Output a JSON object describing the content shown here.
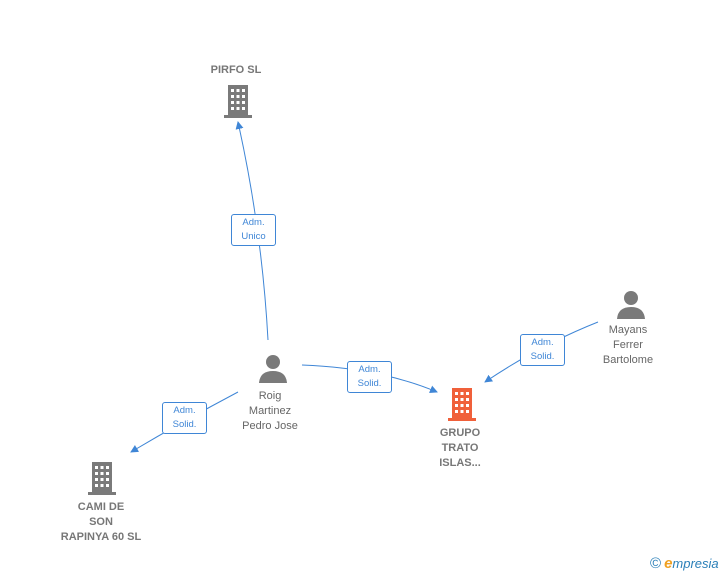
{
  "nodes": {
    "pirfo": {
      "label": "PIRFO  SL",
      "type": "company"
    },
    "roig": {
      "label": "Roig\nMartinez\nPedro Jose",
      "type": "person"
    },
    "mayans": {
      "label": "Mayans\nFerrer\nBartolome",
      "type": "person"
    },
    "grupo": {
      "label": "GRUPO\nTRATO\nISLAS...",
      "type": "company",
      "highlight": true
    },
    "cami": {
      "label": "CAMI DE\nSON\nRAPINYA 60  SL",
      "type": "company"
    }
  },
  "edges": {
    "roig_pirfo": {
      "label": "Adm.\nUnico"
    },
    "roig_grupo": {
      "label": "Adm.\nSolid."
    },
    "mayans_grupo": {
      "label": "Adm.\nSolid."
    },
    "roig_cami": {
      "label": "Adm.\nSolid."
    }
  },
  "colors": {
    "edge": "#3f86d6",
    "company_icon": "#7a7a7a",
    "company_icon_highlight": "#f0603a",
    "person_icon": "#7a7a7a"
  },
  "brand": {
    "copyright": "©",
    "name": "mpresia",
    "initial": "e"
  }
}
